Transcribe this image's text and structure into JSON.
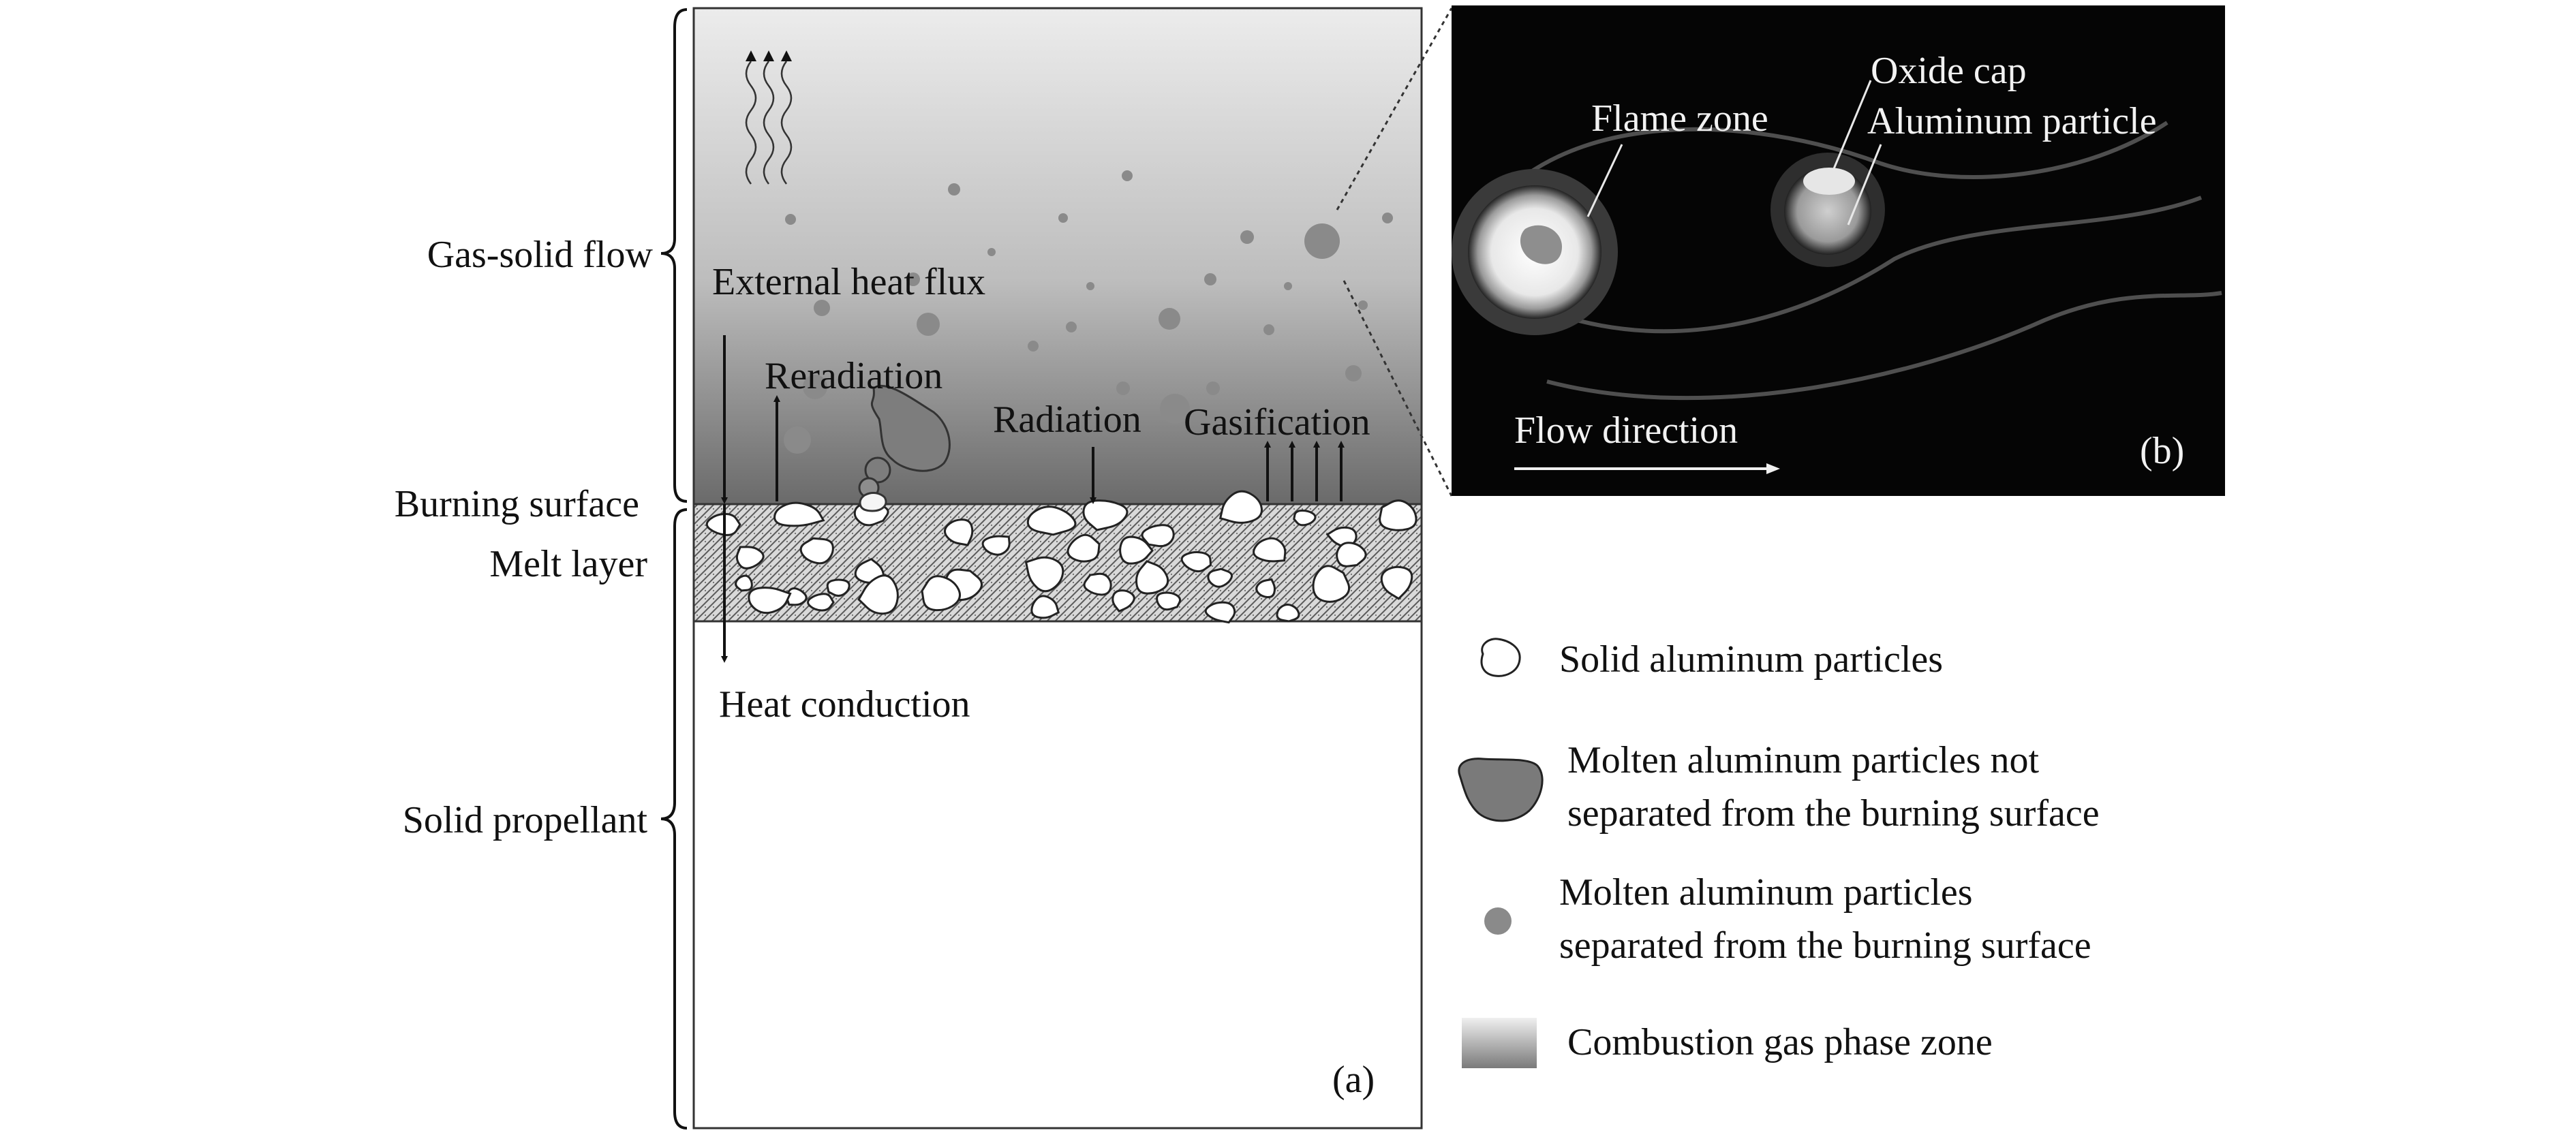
{
  "panel_a": {
    "labels": {
      "gas_solid_flow": "Gas-solid flow",
      "burning_surface": "Burning surface",
      "melt_layer": "Melt layer",
      "solid_propellant": "Solid propellant",
      "external_heat_flux": "External heat flux",
      "reradiation": "Reradiation",
      "radiation": "Radiation",
      "gasification": "Gasification",
      "heat_conduction": "Heat conduction",
      "panel_tag": "(a)"
    }
  },
  "panel_b": {
    "labels": {
      "oxide_cap": "Oxide cap",
      "flame_zone": "Flame zone",
      "aluminum_particle": "Aluminum particle",
      "flow_direction": "Flow direction",
      "panel_tag": "(b)"
    }
  },
  "legend": {
    "items": [
      {
        "symbol": "white-particle",
        "lines": [
          "Solid aluminum particles"
        ]
      },
      {
        "symbol": "molten-blob",
        "lines": [
          "Molten aluminum particles not",
          "separated from the burning surface"
        ]
      },
      {
        "symbol": "gray-dot",
        "lines": [
          "Molten aluminum particles",
          "separated from the burning surface"
        ]
      },
      {
        "symbol": "gradient-swatch",
        "lines": [
          "Combustion gas phase zone"
        ]
      }
    ]
  },
  "colors": {
    "gas_top": "#e6e6e6",
    "gas_bottom": "#6e6e6e",
    "particle_gray": "#8a8a8a",
    "molten_blob": "#808080",
    "photo_background": "#050505"
  }
}
